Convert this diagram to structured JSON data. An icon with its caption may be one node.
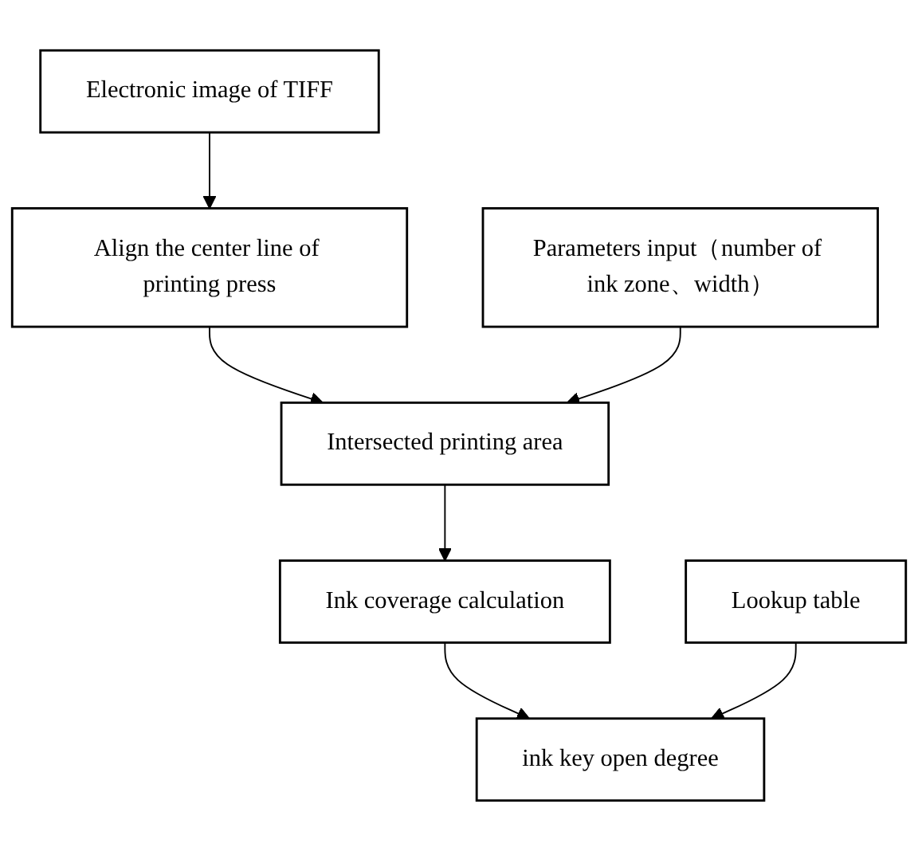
{
  "diagram": {
    "nodes": [
      {
        "text": [
          "Electronic image of TIFF"
        ]
      },
      {
        "text": [
          "Align the center line of printing press"
        ]
      },
      {
        "text": [
          "Intersected printing area"
        ]
      },
      {
        "text": [
          "Ink coverage calculation"
        ]
      },
      {
        "text": [
          "ink key open degree"
        ]
      },
      {
        "text": [
          "Parameters input（number of ink zone、width）"
        ]
      },
      {
        "text": [
          "Lookup table"
        ]
      }
    ],
    "edges": [
      {
        "from": 0,
        "to": 1,
        "arrow": "to"
      },
      {
        "from": 1,
        "to": 2,
        "arrow": "to"
      },
      {
        "from": 5,
        "to": 2,
        "arrow": "to"
      },
      {
        "from": 2,
        "to": 3,
        "arrow": "to"
      },
      {
        "from": 3,
        "to": 4,
        "arrow": "to"
      },
      {
        "from": 6,
        "to": 4,
        "arrow": "to"
      }
    ]
  }
}
